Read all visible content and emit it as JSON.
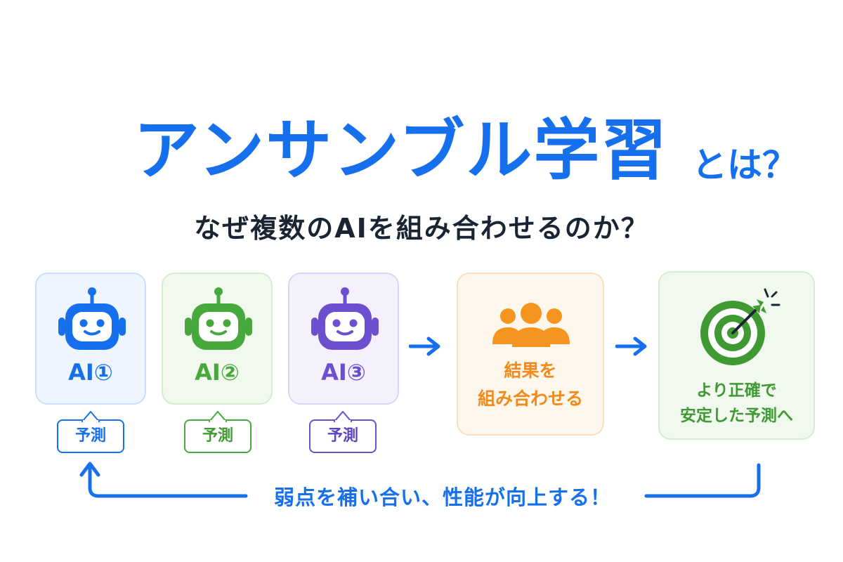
{
  "title": {
    "main": "アンサンブル学習",
    "suffix": "とは？"
  },
  "subtitle": "なぜ複数のAIを組み合わせるのか？",
  "models": [
    {
      "label": "AI①",
      "prediction": "予測",
      "color": "#1670ee",
      "icon": "robot-icon"
    },
    {
      "label": "AI②",
      "prediction": "予測",
      "color": "#47a83b",
      "icon": "robot-icon"
    },
    {
      "label": "AI③",
      "prediction": "予測",
      "color": "#6b4fcf",
      "icon": "robot-icon"
    }
  ],
  "combine": {
    "line1": "結果を",
    "line2": "組み合わせる",
    "color": "#f08a1d",
    "icon": "group-icon"
  },
  "result": {
    "line1": "より正確で",
    "line2": "安定した予測へ",
    "color": "#3f9a33",
    "icon": "target-icon"
  },
  "feedback": {
    "text": "弱点を補い合い、性能が向上する！",
    "color": "#1670ee"
  },
  "colors": {
    "accent": "#1670ee",
    "text": "#1b2433"
  }
}
